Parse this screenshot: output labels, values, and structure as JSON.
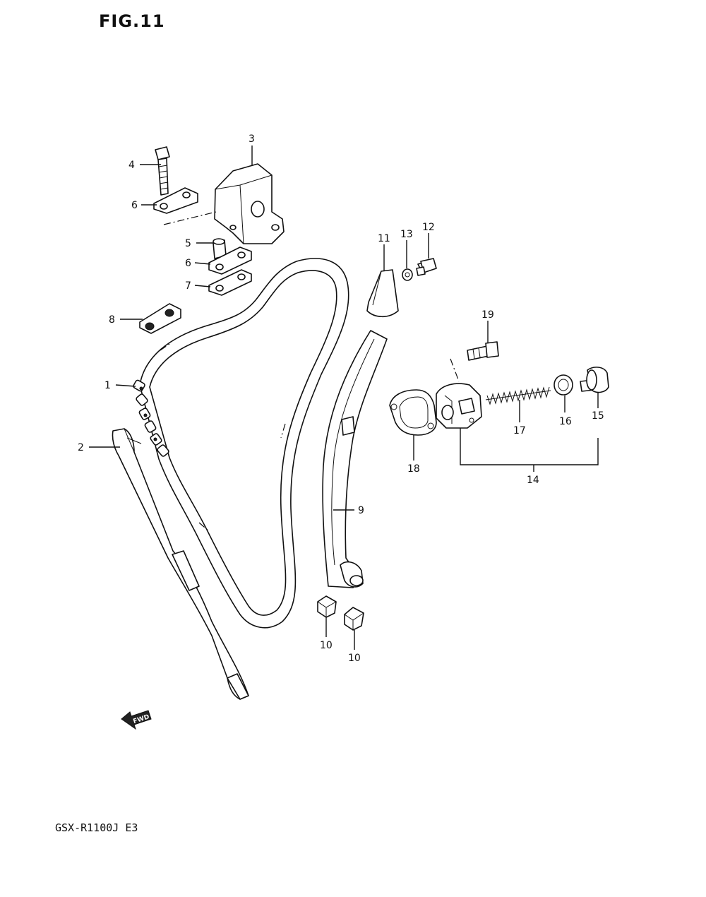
{
  "figure": {
    "title": "FIG.11"
  },
  "footer": {
    "model_code": "GSX-R1100J  E3"
  },
  "fwd_label": "FWD",
  "callouts": [
    {
      "id": "c1",
      "label": "1"
    },
    {
      "id": "c2",
      "label": "2"
    },
    {
      "id": "c3",
      "label": "3"
    },
    {
      "id": "c4",
      "label": "4"
    },
    {
      "id": "c5",
      "label": "5"
    },
    {
      "id": "c6a",
      "label": "6"
    },
    {
      "id": "c6b",
      "label": "6"
    },
    {
      "id": "c7",
      "label": "7"
    },
    {
      "id": "c8",
      "label": "8"
    },
    {
      "id": "c9",
      "label": "9"
    },
    {
      "id": "c10a",
      "label": "10"
    },
    {
      "id": "c10b",
      "label": "10"
    },
    {
      "id": "c11",
      "label": "11"
    },
    {
      "id": "c12",
      "label": "12"
    },
    {
      "id": "c13",
      "label": "13"
    },
    {
      "id": "c14",
      "label": "14"
    },
    {
      "id": "c15",
      "label": "15"
    },
    {
      "id": "c16",
      "label": "16"
    },
    {
      "id": "c17",
      "label": "17"
    },
    {
      "id": "c18",
      "label": "18"
    },
    {
      "id": "c19",
      "label": "19"
    }
  ]
}
